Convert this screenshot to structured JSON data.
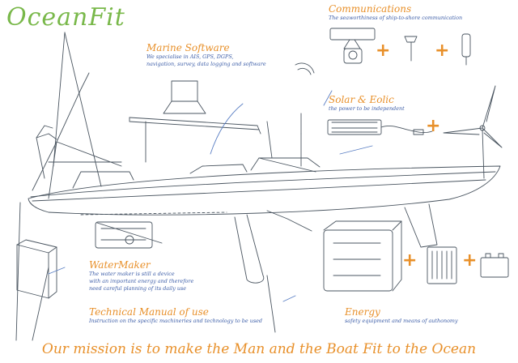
{
  "logo": {
    "text": "OceanFit"
  },
  "communications": {
    "title": "Communications",
    "desc": "The seaworthiness of ship-to-shore communication"
  },
  "marine_software": {
    "title": "Marine Software",
    "desc": [
      "We specialise in AIS, GPS, DGPS,",
      "navigation, survey, data logging and software"
    ]
  },
  "solar_eolic": {
    "title": "Solar & Eolic",
    "desc": "the power to be independent"
  },
  "water_maker": {
    "title": "WaterMaker",
    "desc": [
      "The water maker is still a device",
      "with an important energy and therefore",
      "need careful planning of its daily use"
    ]
  },
  "technical_manual": {
    "title": "Technical Manual of use",
    "desc": "Instruction on the specific machineries and technology to be used"
  },
  "energy": {
    "title": "Energy",
    "desc": "safety equipment and means of authonomy"
  },
  "mission": "Our mission is to make the Man and the Boat Fit to the Ocean",
  "plus_sign": "+",
  "colors": {
    "logo": "#79b84a",
    "heading": "#e8902a",
    "body_text": "#3d5ea8",
    "sketch": "#4a5560",
    "accent_line": "#5b7fc4"
  },
  "icons": [
    "radar-icon",
    "gps-antenna-icon",
    "vhf-radio-icon",
    "laptop-icon",
    "solar-panel-icon",
    "wind-turbine-icon",
    "watermaker-unit-icon",
    "manual-book-icon",
    "generator-icon",
    "charger-icon",
    "battery-icon",
    "sailboat-illustration"
  ]
}
